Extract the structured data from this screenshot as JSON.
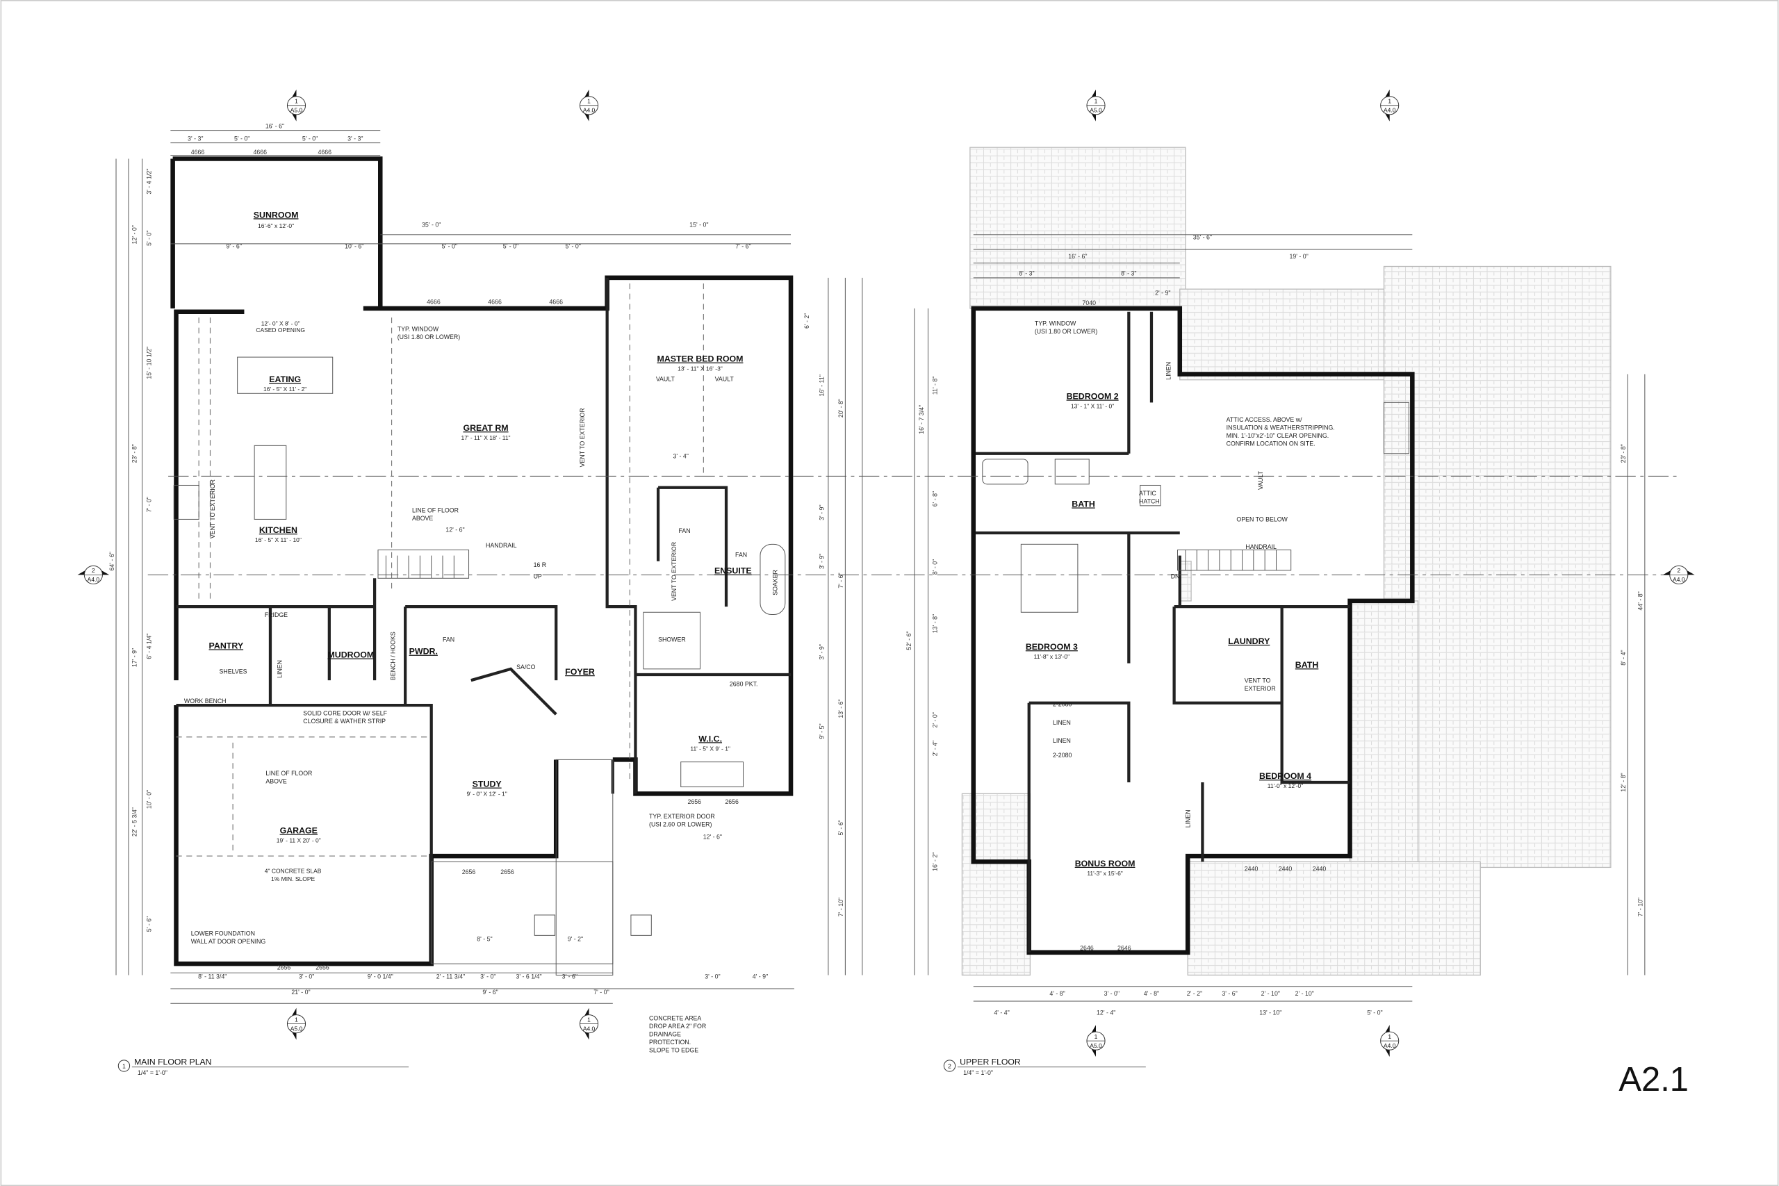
{
  "sheet_number": "A2.1",
  "colors": {
    "wall": "#111111",
    "roof_hatch": "#bbbbbb",
    "dim_line": "#555555"
  },
  "main_floor": {
    "title": "MAIN FLOOR PLAN",
    "scale": "1/4\" = 1'-0\"",
    "number": "1",
    "rooms": [
      {
        "name": "SUNROOM",
        "size": "16'-6\" x 12'-0\""
      },
      {
        "name": "EATING",
        "size": "16' - 5\" X 11' - 2\""
      },
      {
        "name": "GREAT RM",
        "size": "17' - 11\" X 18' - 11\""
      },
      {
        "name": "MASTER BED ROOM",
        "size": "13' - 11\" X 16' -3\""
      },
      {
        "name": "KITCHEN",
        "size": "16' - 5\" X 11' - 10\""
      },
      {
        "name": "STUDY",
        "size": "9' - 0\" X 12' - 1\""
      },
      {
        "name": "W.I.C.",
        "size": "11' - 5\" X 9' - 1\""
      },
      {
        "name": "GARAGE",
        "size": "19' - 11 X 20' - 0\""
      },
      {
        "name": "ENSUITE"
      },
      {
        "name": "PANTRY"
      },
      {
        "name": "MUDROOM"
      },
      {
        "name": "PWDR."
      },
      {
        "name": "FOYER"
      }
    ],
    "notes": {
      "cased_opening": [
        "12'- 0\" X 8' - 0\"",
        "CASED OPENING"
      ],
      "typ_window": [
        "TYP. WINDOW",
        "(USI 1.80 OR LOWER)"
      ],
      "line_floor_above": [
        "LINE OF FLOOR",
        "ABOVE"
      ],
      "handrail": "HANDRAIL",
      "risers": "16 R",
      "up": "UP",
      "vent_kitchen": "VENT TO EXTERIOR",
      "vent_master": "VENT TO EXTERIOR",
      "vent_ensuite": "VENT TO EXTERIOR",
      "fan": "FAN",
      "vault": "VAULT",
      "shower": "SHOWER",
      "soaker": "SOAKER",
      "pkt": "2680 PKT.",
      "fridge": "FRIDGE",
      "shelves": "SHELVES",
      "linen": "LINEN",
      "bench_hooks": "BENCH / HOOKS",
      "work_bench": "WORK BENCH",
      "saco": "SA/CO",
      "solid_core": [
        "SOLID CORE DOOR W/ SELF",
        "CLOSURE & WATHER STRIP"
      ],
      "garage_line": [
        "LINE OF FLOOR",
        "ABOVE"
      ],
      "slab": [
        "4\" CONCRETE SLAB",
        "1% MIN. SLOPE"
      ],
      "foundation": [
        "LOWER FOUNDATION",
        "WALL AT DOOR OPENING"
      ],
      "ext_door": [
        "TYP. EXTERIOR DOOR",
        "(USI 2.60 OR LOWER)"
      ],
      "concrete": [
        "CONCRETE AREA",
        "DROP AREA 2\" FOR",
        "DRAINAGE",
        "PROTECTION.",
        "SLOPE TO EDGE"
      ]
    },
    "dims_top": [
      "16' - 6\"",
      "3' - 3\"",
      "5' - 0\"",
      "5' - 0\"",
      "3' - 3\"",
      "4666",
      "4666",
      "4666",
      "35' - 0\"",
      "15' - 0\"",
      "5' - 0\"",
      "5' - 0\"",
      "5' - 0\"",
      "7' - 6\"",
      "9' - 6\"",
      "10' - 6\"",
      "4666",
      "4666",
      "4666",
      "12' - 6\"",
      "3' - 4\""
    ],
    "dims_bottom": [
      "8' - 11 3/4\"",
      "3' - 0\"",
      "9' - 0 1/4\"",
      "2' - 11 3/4\"",
      "3' - 0\"",
      "3' - 6 1/4\"",
      "3' - 6\"",
      "3' - 0\"",
      "4' - 9\"",
      "21' - 0\"",
      "9' - 6\"",
      "7' - 0\"",
      "12' - 6\"",
      "2656",
      "2656",
      "2656",
      "2656",
      "2656",
      "2656",
      "8' - 5\"",
      "9' - 2\""
    ],
    "dims_left": [
      "12' - 0\"",
      "3' - 4 1/2\"",
      "5' - 0\"",
      "15' - 10 1/2\"",
      "23' - 8\"",
      "7' - 0\"",
      "64' - 6\"",
      "17' - 9\"",
      "6' - 4 1/4\"",
      "22' - 5 3/4\"",
      "10' - 0\"",
      "5' - 6\""
    ],
    "dims_right": [
      "20' - 8\"",
      "16' - 11\"",
      "6' - 2\"",
      "3' - 9\"",
      "3' - 9\"",
      "7' - 6\"",
      "3' - 9\"",
      "13' - 6\"",
      "9' - 5\"",
      "5' - 6\"",
      "7' - 10\""
    ]
  },
  "upper_floor": {
    "title": "UPPER FLOOR",
    "scale": "1/4\" = 1'-0\"",
    "number": "2",
    "rooms": [
      {
        "name": "BEDROOM 2",
        "size": "13' - 1\" X 11' - 0\""
      },
      {
        "name": "BATH"
      },
      {
        "name": "BEDROOM 3",
        "size": "11'-8\" x 13'-0\""
      },
      {
        "name": "LAUNDRY"
      },
      {
        "name": "BATH"
      },
      {
        "name": "BEDROOM 4",
        "size": "11'-0\" x 12'-0\""
      },
      {
        "name": "BONUS ROOM",
        "size": "11'-3\" x 15'-6\""
      }
    ],
    "notes": {
      "typ_window": [
        "TYP. WINDOW",
        "(USI 1.80 OR LOWER)"
      ],
      "attic": [
        "ATTIC ACCESS. ABOVE w/",
        "INSULATION & WEATHERSTRIPPING.",
        "MIN. 1'-10\"x2'-10\" CLEAR OPENING.",
        "CONFIRM LOCATION ON SITE."
      ],
      "attic_hatch": [
        "ATTIC",
        "HATCH"
      ],
      "vault": "VAULT",
      "open_below": "OPEN TO BELOW",
      "handrail": "HANDRAIL",
      "dn": "DN",
      "linen": "LINEN",
      "vent": [
        "VENT TO",
        "EXTERIOR"
      ],
      "closet": "2-2080"
    },
    "dims_top": [
      "35' - 6\"",
      "16' - 6\"",
      "19' - 0\"",
      "8' - 3\"",
      "8' - 3\"",
      "2' - 9\"",
      "7040"
    ],
    "dims_bottom": [
      "4' - 8\"",
      "3' - 0\"",
      "4' - 8\"",
      "2' - 2\"",
      "3' - 6\"",
      "2' - 10\"",
      "2' - 10\"",
      "4' - 4\"",
      "12' - 4\"",
      "13' - 10\"",
      "5' - 0\"",
      "2646",
      "2646",
      "2440",
      "2440",
      "2440"
    ],
    "dims_left": [
      "11' - 8\"",
      "16' - 7 3/4\"",
      "6' - 8\"",
      "8' - 0\"",
      "52' - 6\"",
      "13' - 8\"",
      "2' - 0\"",
      "2' - 4\"",
      "16' - 2\""
    ],
    "dims_right": [
      "23' - 8\"",
      "44' - 8\"",
      "8' - 4\"",
      "12' - 8\"",
      "7' - 10\""
    ]
  },
  "section_markers": [
    {
      "num": "1",
      "sheet": "A5.0"
    },
    {
      "num": "1",
      "sheet": "A4.0"
    },
    {
      "num": "2",
      "sheet": "A4.0"
    }
  ]
}
